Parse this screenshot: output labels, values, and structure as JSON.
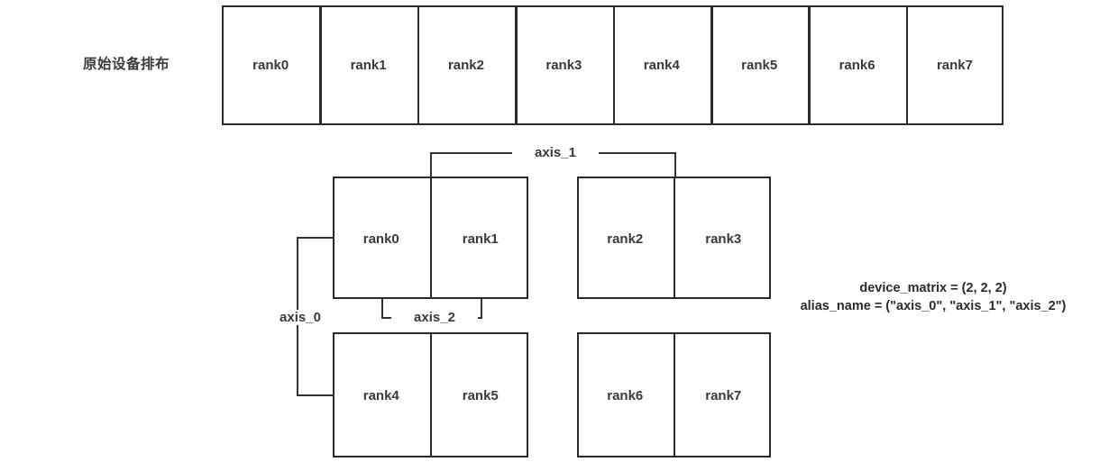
{
  "diagram": {
    "title_label": "原始设备排布",
    "linear_layout": {
      "name": "original-device-layout",
      "ranks": [
        "rank0",
        "rank1",
        "rank2",
        "rank3",
        "rank4",
        "rank5",
        "rank6",
        "rank7"
      ]
    },
    "matrix_layout": {
      "name": "device-matrix-layout",
      "quadrants": [
        {
          "id": "upper-left",
          "ranks": [
            "rank0",
            "rank1"
          ]
        },
        {
          "id": "upper-right",
          "ranks": [
            "rank2",
            "rank3"
          ]
        },
        {
          "id": "lower-left",
          "ranks": [
            "rank4",
            "rank5"
          ]
        },
        {
          "id": "lower-right",
          "ranks": [
            "rank6",
            "rank7"
          ]
        }
      ],
      "axes": [
        {
          "id": "axis_0",
          "label": "axis_0"
        },
        {
          "id": "axis_1",
          "label": "axis_1"
        },
        {
          "id": "axis_2",
          "label": "axis_2"
        }
      ]
    },
    "annotation": {
      "device_matrix": "device_matrix = (2, 2, 2)",
      "alias_name": "alias_name = (\"axis_0\", \"axis_1\", \"axis_2\")"
    },
    "colors": {
      "stroke": "#2b2b2b",
      "text": "#3a3a3a",
      "background": "#ffffff"
    }
  }
}
